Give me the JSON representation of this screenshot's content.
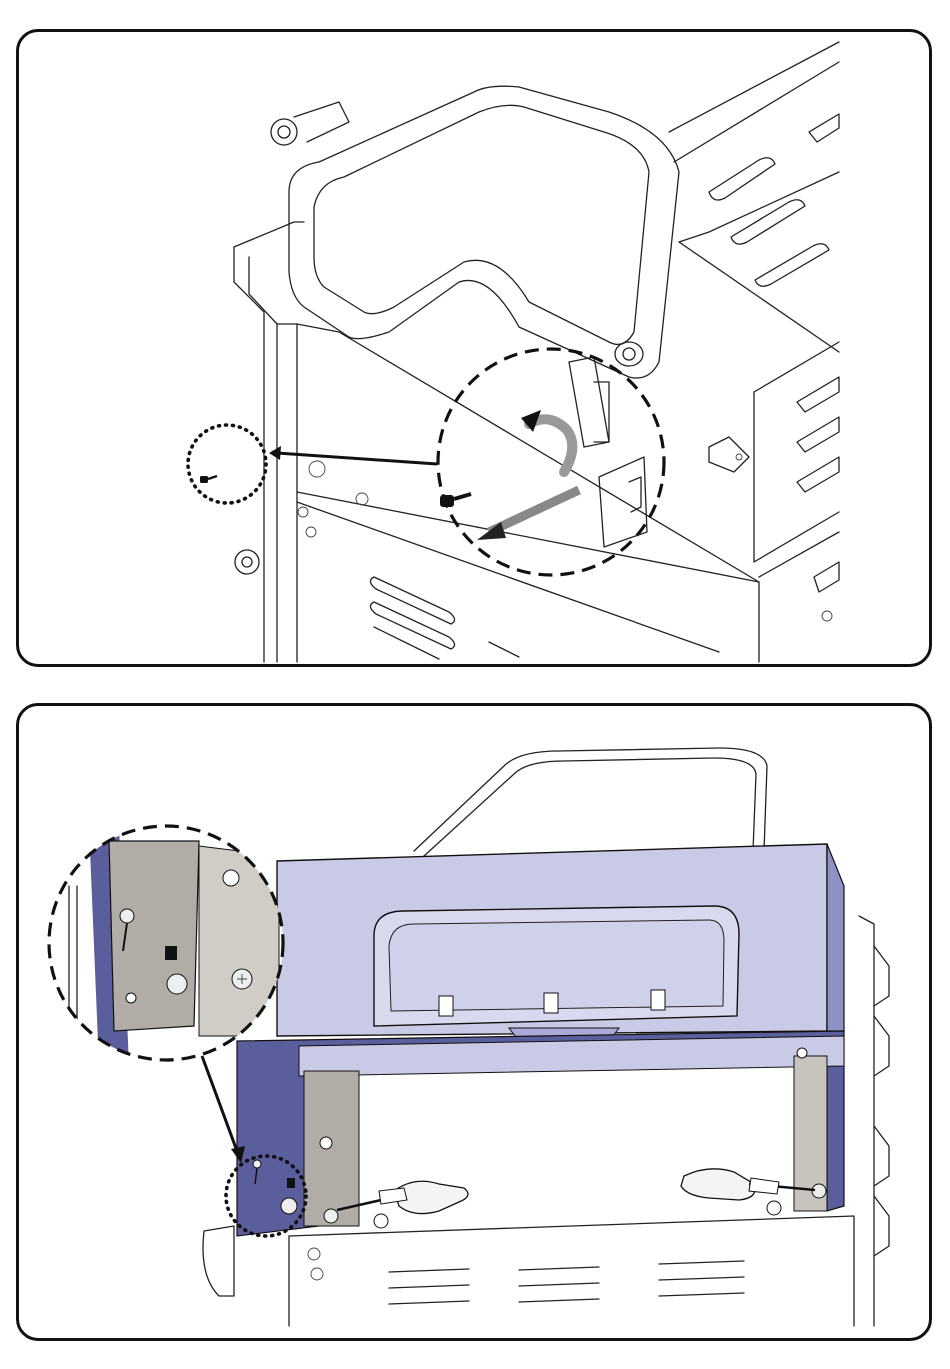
{
  "figure": {
    "panels": [
      {
        "id": "step-1",
        "subject": "remove-side-screw-from-hood-bracket"
      },
      {
        "id": "step-2",
        "subject": "tighten-control-panel-screws-with-screwdrivers"
      }
    ],
    "colors": {
      "outline": "#111111",
      "panel_fill": "#c9cbe6",
      "panel_fill_light": "#d8d9ee",
      "side_dark": "#5b5e9c",
      "bracket_fill": "#b1aca6",
      "screwdriver_fill": "#f4f4f4"
    },
    "icons": [
      "curved-arrow-icon",
      "straight-arrow-icon",
      "screw-icon",
      "screwdriver-icon",
      "phillips-screw-icon"
    ]
  }
}
